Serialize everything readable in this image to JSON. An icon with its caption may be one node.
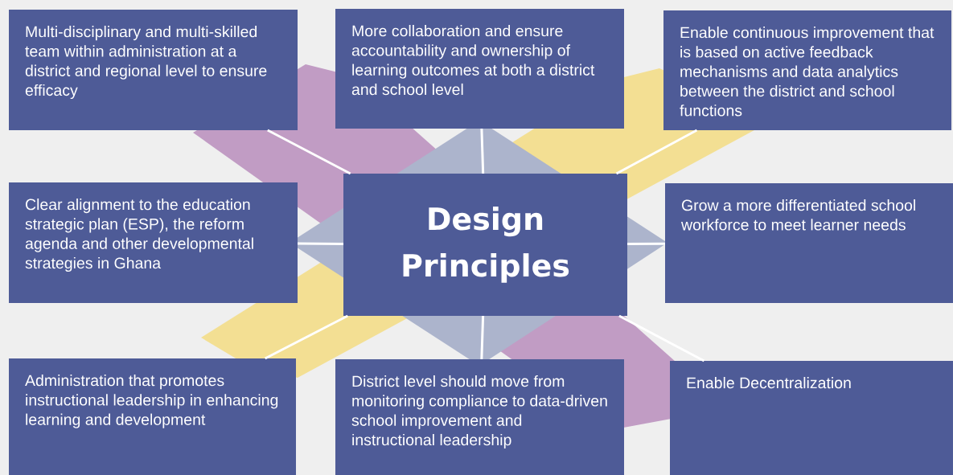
{
  "diagram": {
    "nodes": [
      {
        "text": [
          "Multi-disciplinary and multi-skilled team within administration at a district and regional level to ensure efficacy"
        ]
      },
      {
        "text": [
          "More collaboration and ensure accountability and ownership of learning outcomes at both a district and school level"
        ]
      },
      {
        "text": [
          "Enable continuous improvement that is based on active feedback mechanisms and data analytics between the district and school functions"
        ]
      },
      {
        "text": [
          "Clear alignment to the education strategic plan (ESP), the reform agenda and other developmental strategies in Ghana"
        ]
      },
      {
        "text": [
          "Design Principles"
        ]
      },
      {
        "text": [
          "Grow a more differentiated school workforce to meet learner needs"
        ]
      },
      {
        "text": [
          "Administration that promotes instructional leadership in enhancing learning and development"
        ]
      },
      {
        "text": [
          "District level should move from monitoring compliance to data-driven school improvement and instructional leadership"
        ]
      },
      {
        "text": [
          "Enable Decentralization"
        ]
      }
    ],
    "edges": [
      {
        "from": 4,
        "to": 0,
        "arrow": "none"
      },
      {
        "from": 4,
        "to": 1,
        "arrow": "none"
      },
      {
        "from": 4,
        "to": 2,
        "arrow": "none"
      },
      {
        "from": 4,
        "to": 3,
        "arrow": "none"
      },
      {
        "from": 4,
        "to": 5,
        "arrow": "none"
      },
      {
        "from": 4,
        "to": 6,
        "arrow": "none"
      },
      {
        "from": 4,
        "to": 7,
        "arrow": "none"
      },
      {
        "from": 4,
        "to": 8,
        "arrow": "none"
      }
    ]
  }
}
